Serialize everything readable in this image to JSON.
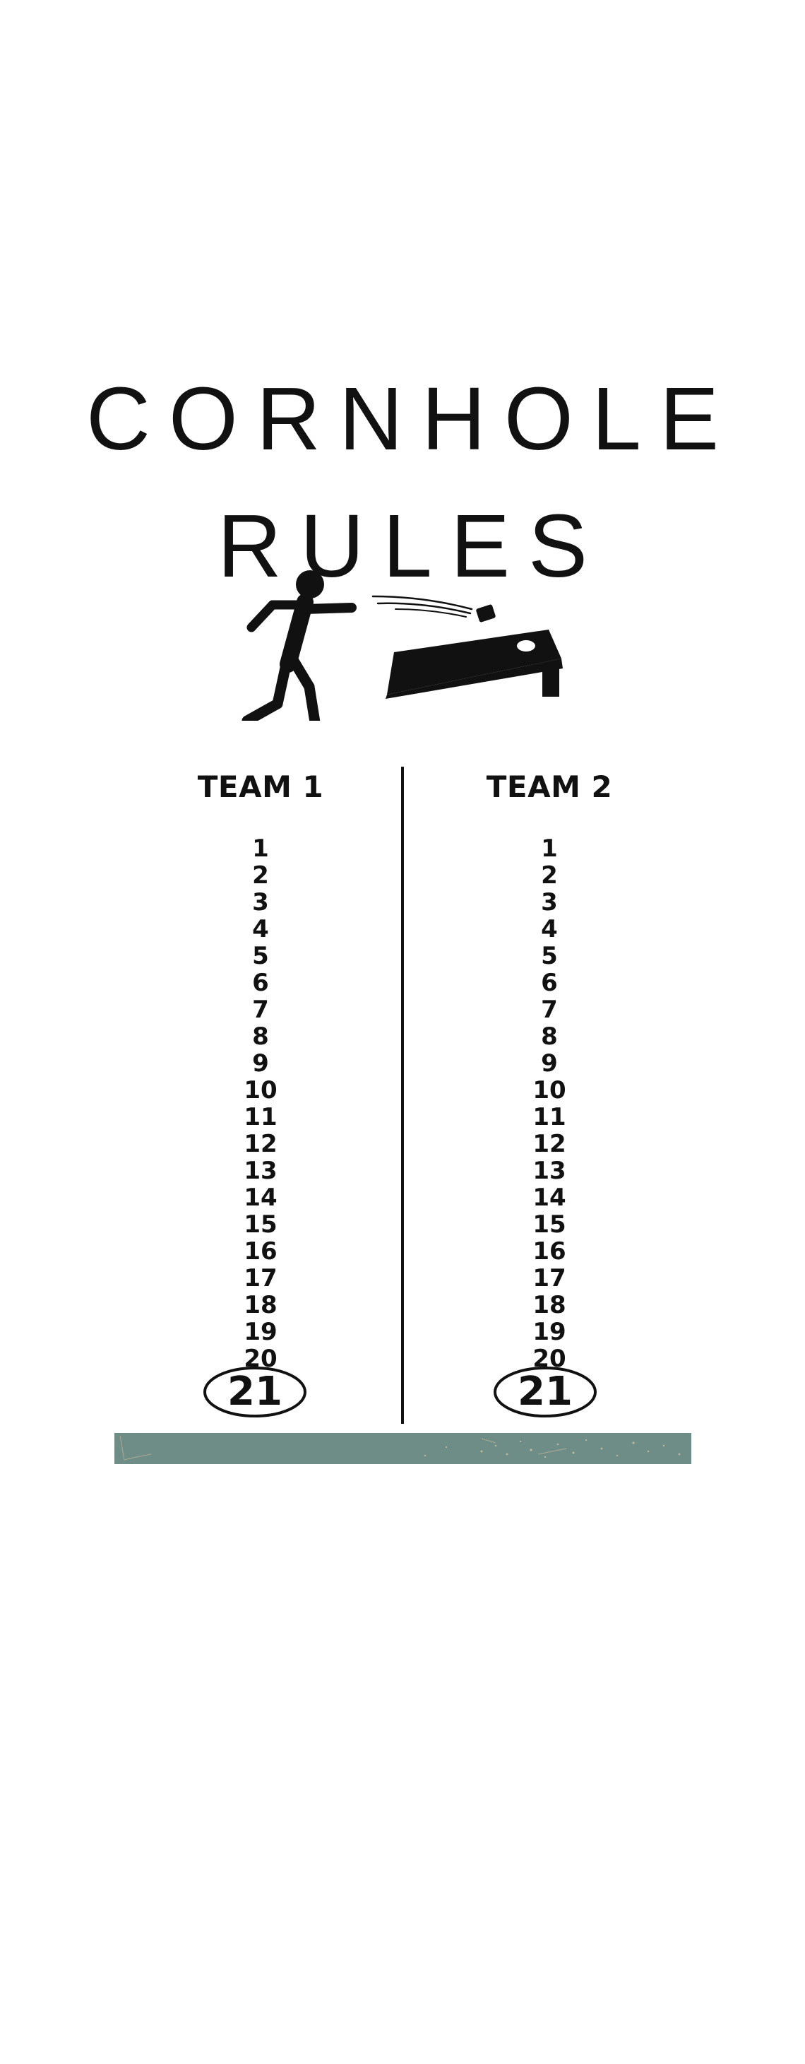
{
  "title": {
    "line1": "CORNHOLE",
    "line2": "RULES"
  },
  "illustration": {
    "thrower_icon": "player-throwing-icon",
    "bag_icon": "bean-bag-icon",
    "board_icon": "cornhole-board-icon"
  },
  "teams": [
    {
      "name": "TEAM 1",
      "scores": [
        "1",
        "2",
        "3",
        "4",
        "5",
        "6",
        "7",
        "8",
        "9",
        "10",
        "11",
        "12",
        "13",
        "14",
        "15",
        "16",
        "17",
        "18",
        "19",
        "20"
      ],
      "win": "21"
    },
    {
      "name": "TEAM 2",
      "scores": [
        "1",
        "2",
        "3",
        "4",
        "5",
        "6",
        "7",
        "8",
        "9",
        "10",
        "11",
        "12",
        "13",
        "14",
        "15",
        "16",
        "17",
        "18",
        "19",
        "20"
      ],
      "win": "21"
    }
  ],
  "colors": {
    "ink": "#111111",
    "band": "#6e8d86",
    "background": "#ffffff"
  }
}
